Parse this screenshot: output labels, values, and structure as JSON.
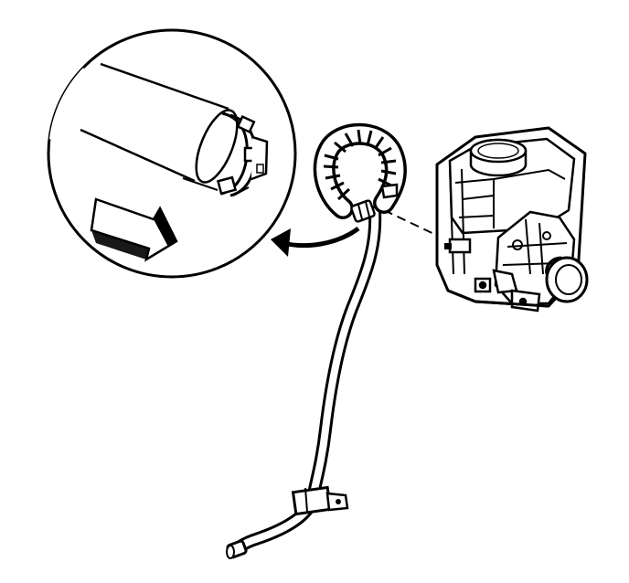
{
  "figure": {
    "type": "technical-line-illustration",
    "subject": "power-steering-reservoir-with-return-hose",
    "detail_view": "hose-clamp-detail",
    "indicator": "direction-arrow",
    "colors": {
      "line": "#000000",
      "background": "#ffffff"
    }
  }
}
